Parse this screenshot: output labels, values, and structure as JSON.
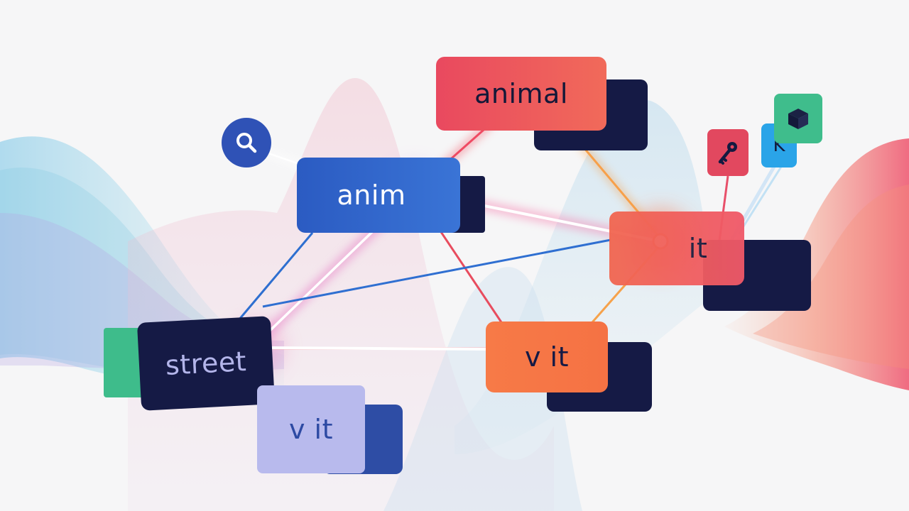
{
  "colors": {
    "background": "#f6f6f7",
    "navy": "#151a45",
    "blue": "#2f5fc7",
    "red": "#e84f63",
    "orange": "#f77a45",
    "lavender": "#b7b9ec",
    "green": "#3ebc8b",
    "sky": "#29a3e6"
  },
  "nodes": {
    "animal": {
      "label": "animal",
      "color": "#ea4f62"
    },
    "anim": {
      "label": "anim",
      "color": "#2d5fc6"
    },
    "it": {
      "label": "it",
      "color": "#f05b61"
    },
    "street": {
      "label": "street",
      "color": "#151a45"
    },
    "v_it_orange": {
      "label": "v it",
      "color": "#f87c47"
    },
    "v_it_lavender": {
      "label": "v it",
      "color": "#b7b9ec"
    }
  },
  "icons": {
    "search": "search-icon",
    "key": "key-icon",
    "k_label": "K",
    "cube": "cube-icon"
  }
}
